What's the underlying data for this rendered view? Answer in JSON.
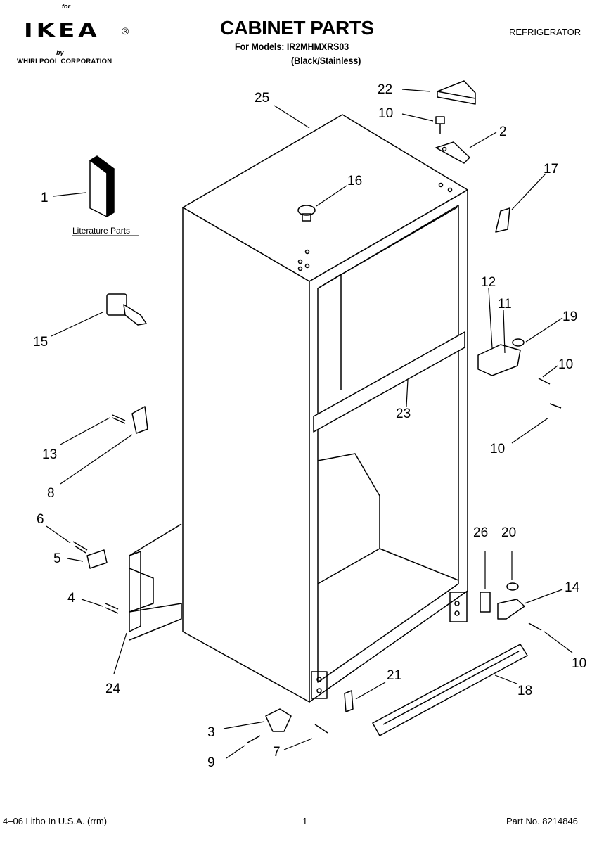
{
  "header": {
    "brand_prefix": "for",
    "brand": "IKEA",
    "registered": "®",
    "brand_by": "by",
    "brand_owner": "WHIRLPOOL  CORPORATION",
    "title": "CABINET PARTS",
    "models_line": "For Models: IR2MHMXRS03",
    "variant_line": "(Black/Stainless)",
    "category": "REFRIGERATOR"
  },
  "diagram": {
    "literature_label": "Literature Parts",
    "callouts": [
      "25",
      "22",
      "10",
      "2",
      "17",
      "16",
      "1",
      "12",
      "11",
      "19",
      "10",
      "15",
      "23",
      "13",
      "10",
      "8",
      "6",
      "26",
      "20",
      "5",
      "14",
      "4",
      "10",
      "24",
      "21",
      "18",
      "3",
      "7",
      "9"
    ]
  },
  "footer": {
    "print_info": "4–06 Litho In U.S.A. (rrm)",
    "page_number": "1",
    "part_number": "Part No. 8214846"
  },
  "colors": {
    "ink": "#000000",
    "paper": "#ffffff"
  }
}
